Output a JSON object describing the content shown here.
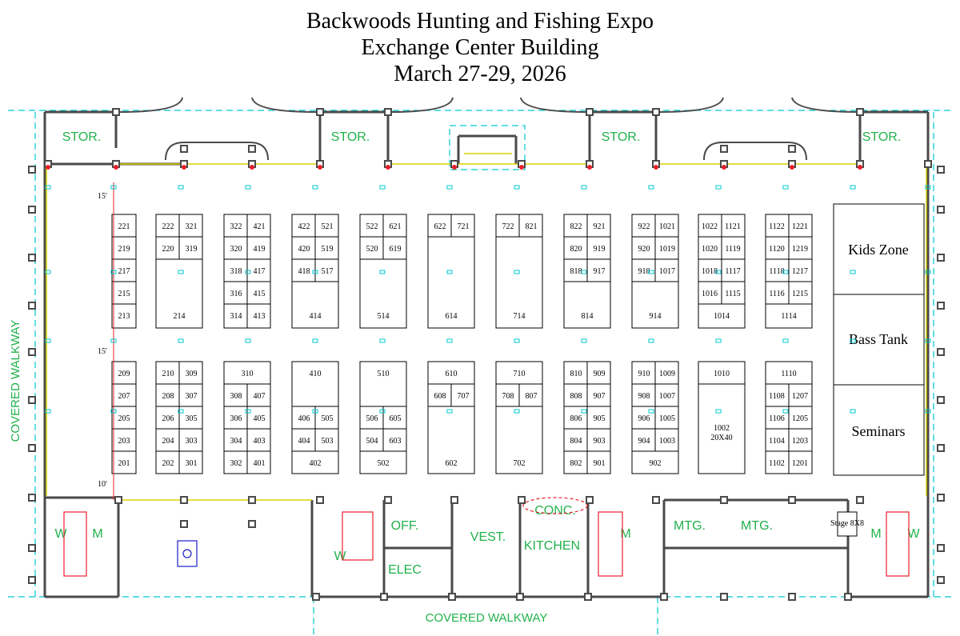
{
  "title": {
    "line1": "Backwoods Hunting and Fishing Expo",
    "line2": "Exchange Center Building",
    "line3": "March 27-29, 2026"
  },
  "labels": {
    "stor": "STOR.",
    "covered_walkway": "COVERED WALKWAY",
    "off": "OFF.",
    "elec": "ELEC",
    "vest": "VEST.",
    "conc": "CONC.",
    "kitchen": "KITCHEN",
    "mtg": "MTG.",
    "women": "W",
    "men": "M",
    "stage": "Stage 8X8",
    "dim_15": "15'",
    "dim_10": "10'"
  },
  "zones": {
    "kids_zone": "Kids Zone",
    "bass_tank": "Bass Tank",
    "seminars": "Seminars"
  },
  "booths": {
    "b221": "221",
    "b219": "219",
    "b217": "217",
    "b215": "215",
    "b213": "213",
    "b222": "222",
    "b321": "321",
    "b220": "220",
    "b319": "319",
    "b214": "214",
    "b322": "322",
    "b421": "421",
    "b320": "320",
    "b419": "419",
    "b318": "318",
    "b417": "417",
    "b316": "316",
    "b415": "415",
    "b314": "314",
    "b413": "413",
    "b422": "422",
    "b521": "521",
    "b420": "420",
    "b519": "519",
    "b418": "418",
    "b517": "517",
    "b414": "414",
    "b522": "522",
    "b621": "621",
    "b520": "520",
    "b619": "619",
    "b514": "514",
    "b622": "622",
    "b721": "721",
    "b614": "614",
    "b722": "722",
    "b821": "821",
    "b714": "714",
    "b822": "822",
    "b921": "921",
    "b820": "820",
    "b919": "919",
    "b818": "818",
    "b917": "917",
    "b814": "814",
    "b922": "922",
    "b1021": "1021",
    "b920": "920",
    "b1019": "1019",
    "b918": "918",
    "b1017": "1017",
    "b914": "914",
    "b1022": "1022",
    "b1121": "1121",
    "b1020": "1020",
    "b1119": "1119",
    "b1018": "1018",
    "b1117": "1117",
    "b1016": "1016",
    "b1115": "1115",
    "b1014": "1014",
    "b1122": "1122",
    "b1221": "1221",
    "b1120": "1120",
    "b1219": "1219",
    "b1118": "1118",
    "b1217": "1217",
    "b1116": "1116",
    "b1215": "1215",
    "b1114": "1114",
    "b209": "209",
    "b207": "207",
    "b205": "205",
    "b203": "203",
    "b201": "201",
    "b210": "210",
    "b309": "309",
    "b208": "208",
    "b307": "307",
    "b206": "206",
    "b305": "305",
    "b204": "204",
    "b303": "303",
    "b202": "202",
    "b301": "301",
    "b310": "310",
    "b308": "308",
    "b407": "407",
    "b306": "306",
    "b405": "405",
    "b304": "304",
    "b403": "403",
    "b302": "302",
    "b401": "401",
    "b410": "410",
    "b406": "406",
    "b505": "505",
    "b404": "404",
    "b503": "503",
    "b402": "402",
    "b510": "510",
    "b506": "506",
    "b605": "605",
    "b504": "504",
    "b603": "603",
    "b502": "502",
    "b610": "610",
    "b608": "608",
    "b707": "707",
    "b602": "602",
    "b710": "710",
    "b708": "708",
    "b807": "807",
    "b702": "702",
    "b810": "810",
    "b909": "909",
    "b808": "808",
    "b907": "907",
    "b806": "806",
    "b905": "905",
    "b804": "804",
    "b903": "903",
    "b802": "802",
    "b901": "901",
    "b910": "910",
    "b1009": "1009",
    "b908": "908",
    "b1007": "1007",
    "b906": "906",
    "b1005": "1005",
    "b904": "904",
    "b1003": "1003",
    "b902": "902",
    "b1010": "1010",
    "b1002a": "1002",
    "b1002b": "20X40",
    "b1110": "1110",
    "b1108": "1108",
    "b1207": "1207",
    "b1106": "1106",
    "b1205": "1205",
    "b1104": "1104",
    "b1203": "1203",
    "b1102": "1102",
    "b1201": "1201"
  },
  "colors": {
    "wall": "#4a4a4a",
    "green_text": "#22b14c",
    "column": "#e8202a",
    "guide": "#00c8d0",
    "door": "#e0d000",
    "blue_marker": "#1a20c8"
  }
}
